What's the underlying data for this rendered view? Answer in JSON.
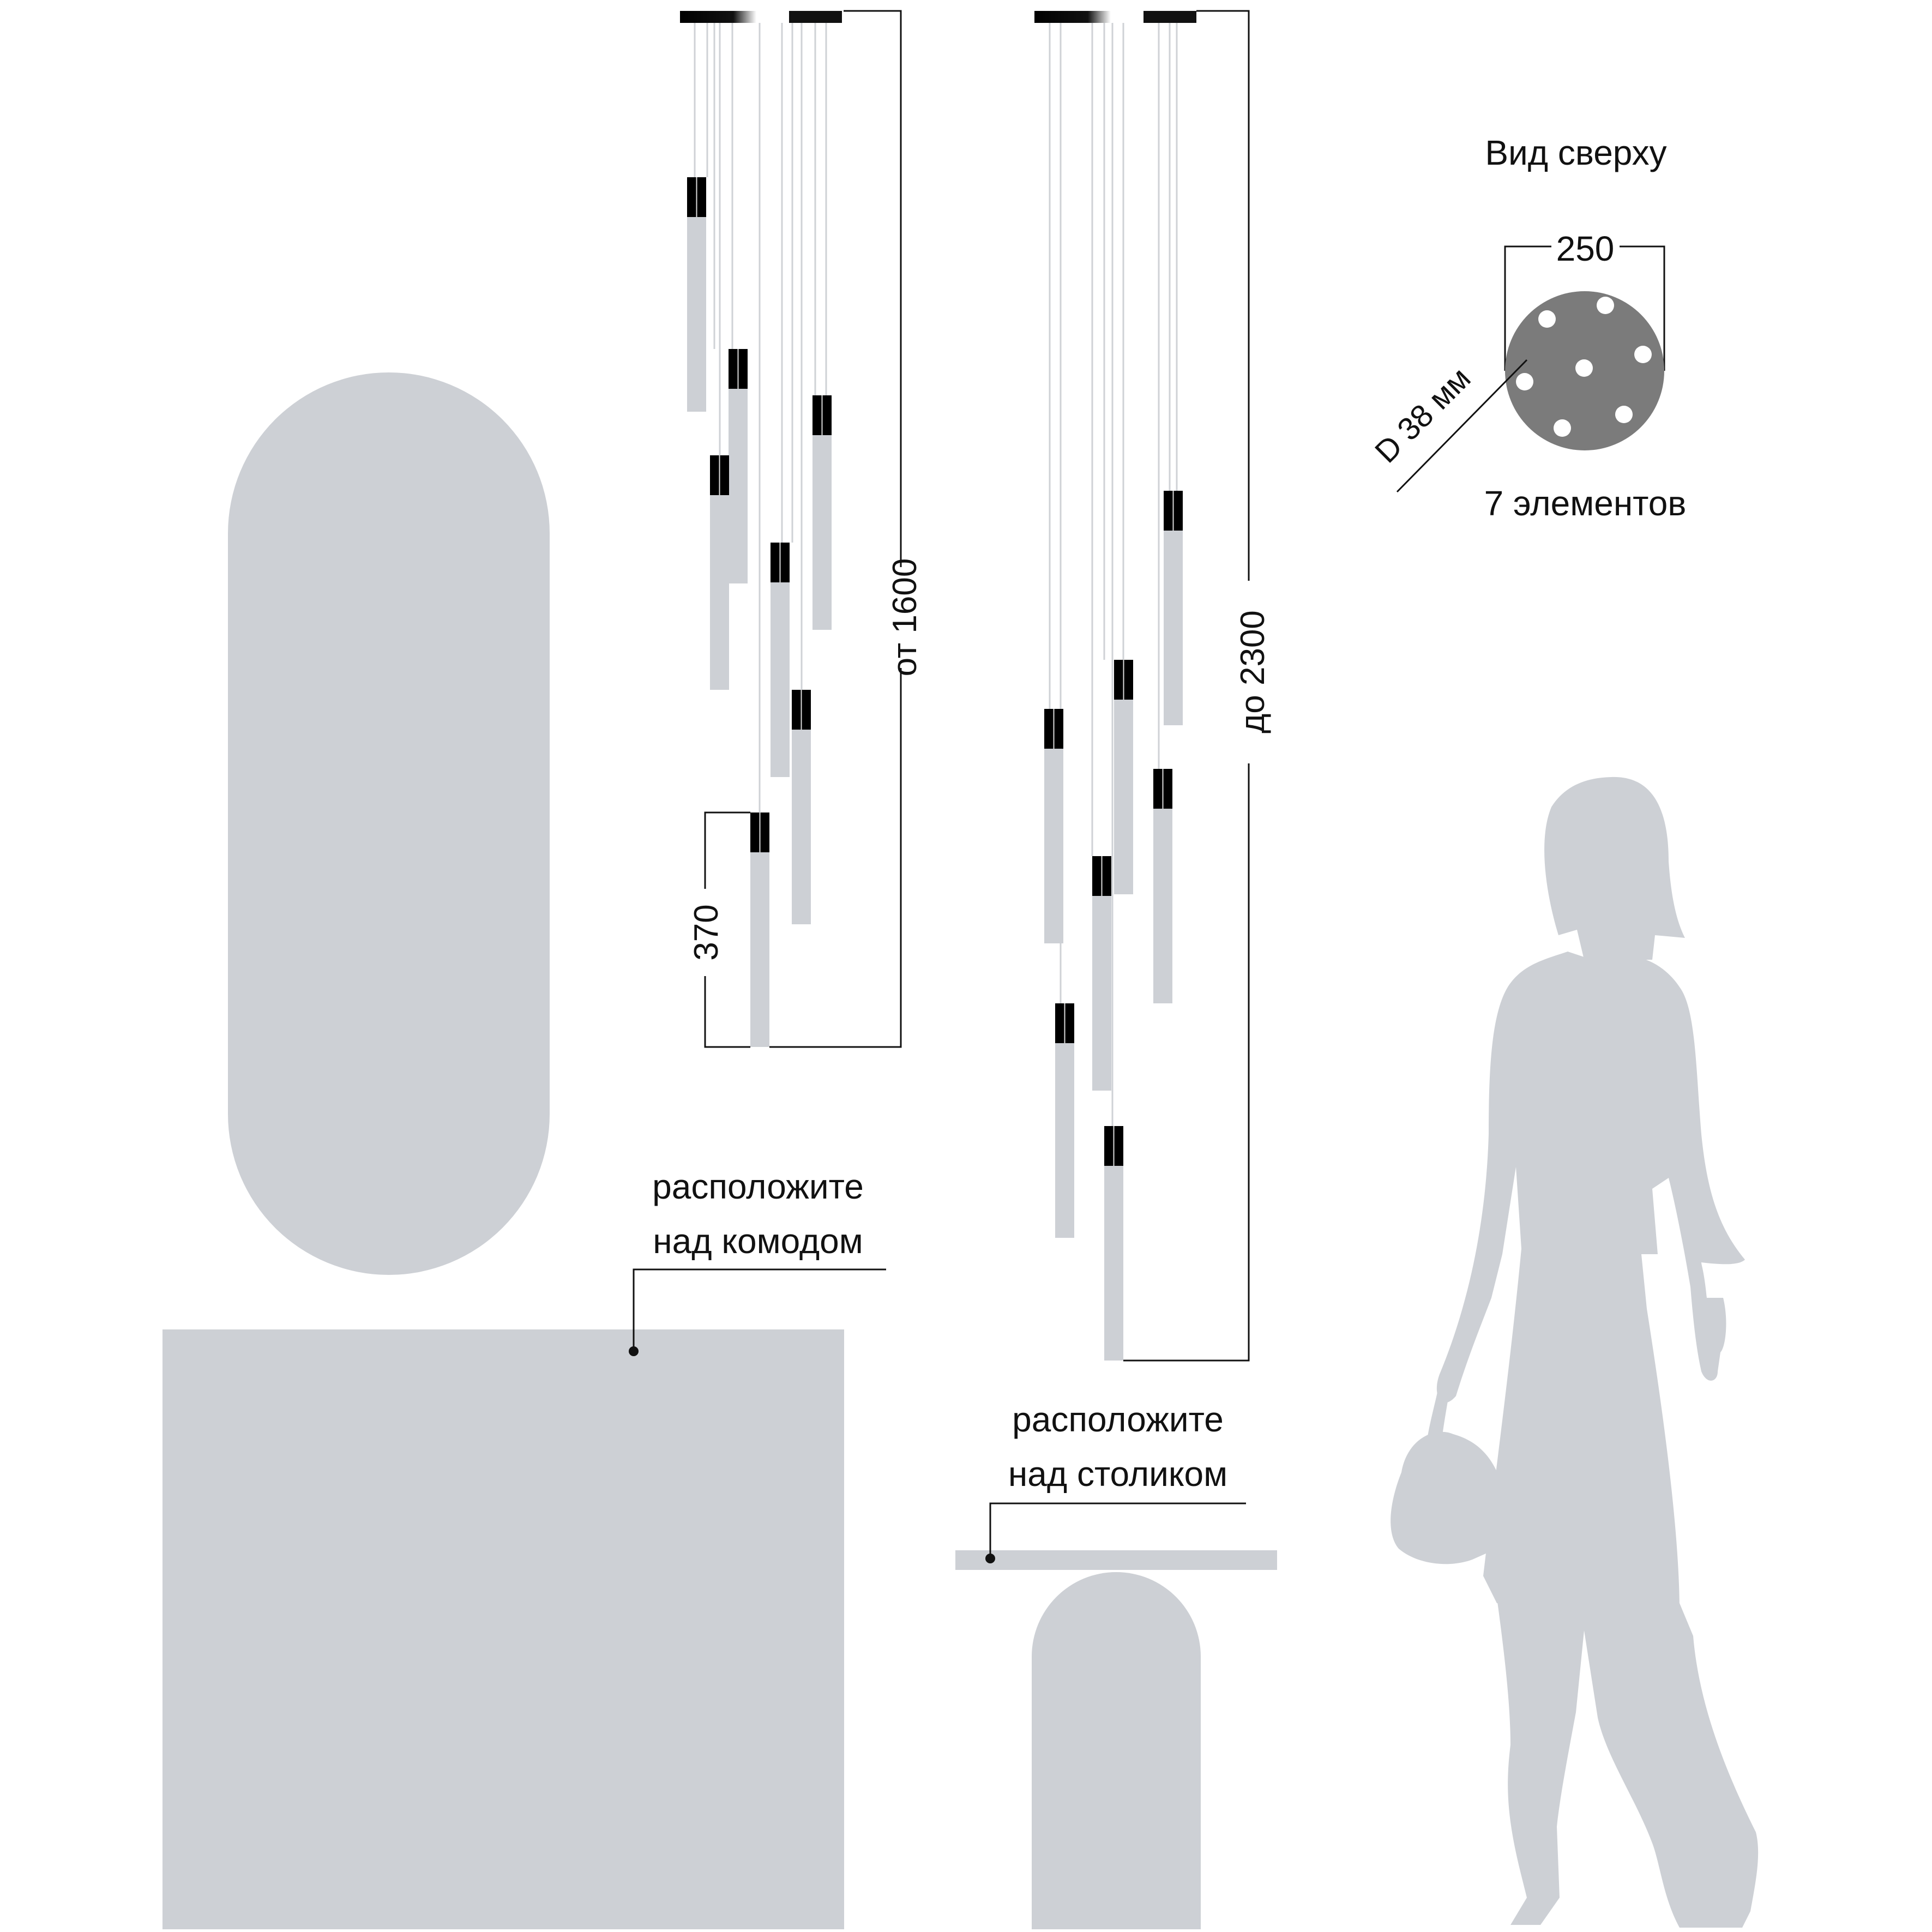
{
  "top_view": {
    "title": "Вид сверху",
    "diameter_label": "250",
    "element_diameter_label": "D 38 мм",
    "elements_label": "7 элементов"
  },
  "dimensions": {
    "min_height": "от 1600",
    "max_height": "до 2300",
    "shade_length": "370"
  },
  "callouts": {
    "dresser": [
      "расположите",
      "над комодом"
    ],
    "table": [
      "расположите",
      "над столиком"
    ]
  },
  "colors": {
    "silhouette": "#cdd0d5",
    "canopy": "#111111",
    "disc": "#7b7b7b",
    "line": "#111111"
  }
}
